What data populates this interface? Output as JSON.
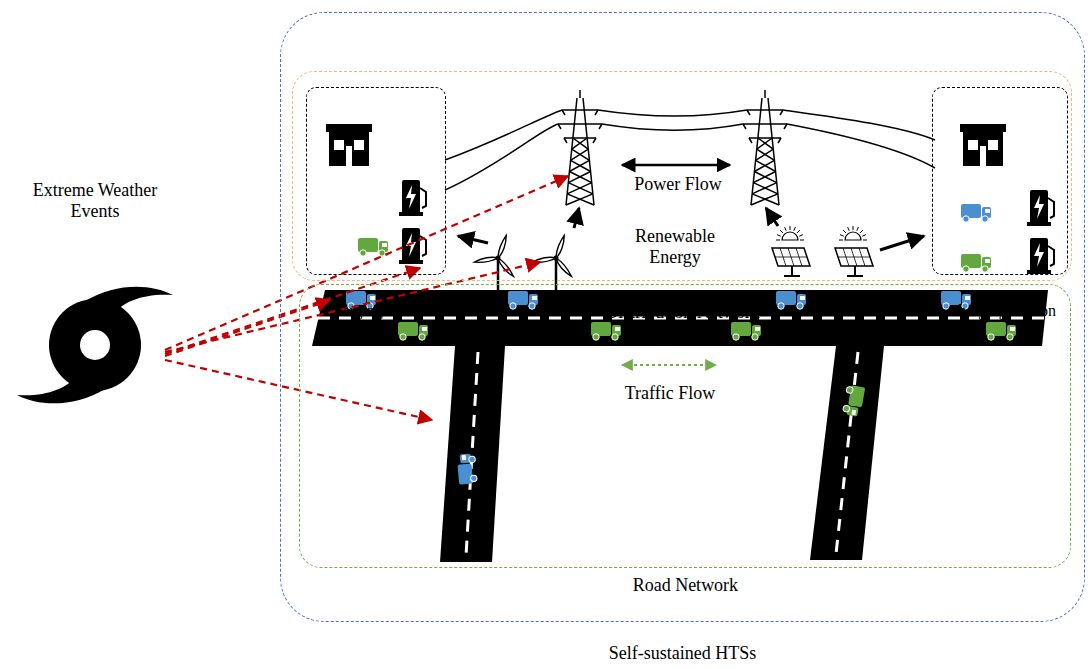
{
  "diagram": {
    "nodes": [
      {
        "text": [
          "Self-sustained HTSs"
        ]
      },
      {
        "text": [
          "Distribution Network"
        ],
        "in": 0
      },
      {
        "text": [
          "Charging Station"
        ],
        "in": 1
      },
      {
        "text": [
          "Charging Station"
        ],
        "in": 1
      },
      {
        "text": [
          "Road Network"
        ],
        "in": 0
      }
    ],
    "labels": [
      "Extreme Weather Events",
      "Power Flow",
      "Renewable Energy",
      "Traffic Flow"
    ]
  }
}
